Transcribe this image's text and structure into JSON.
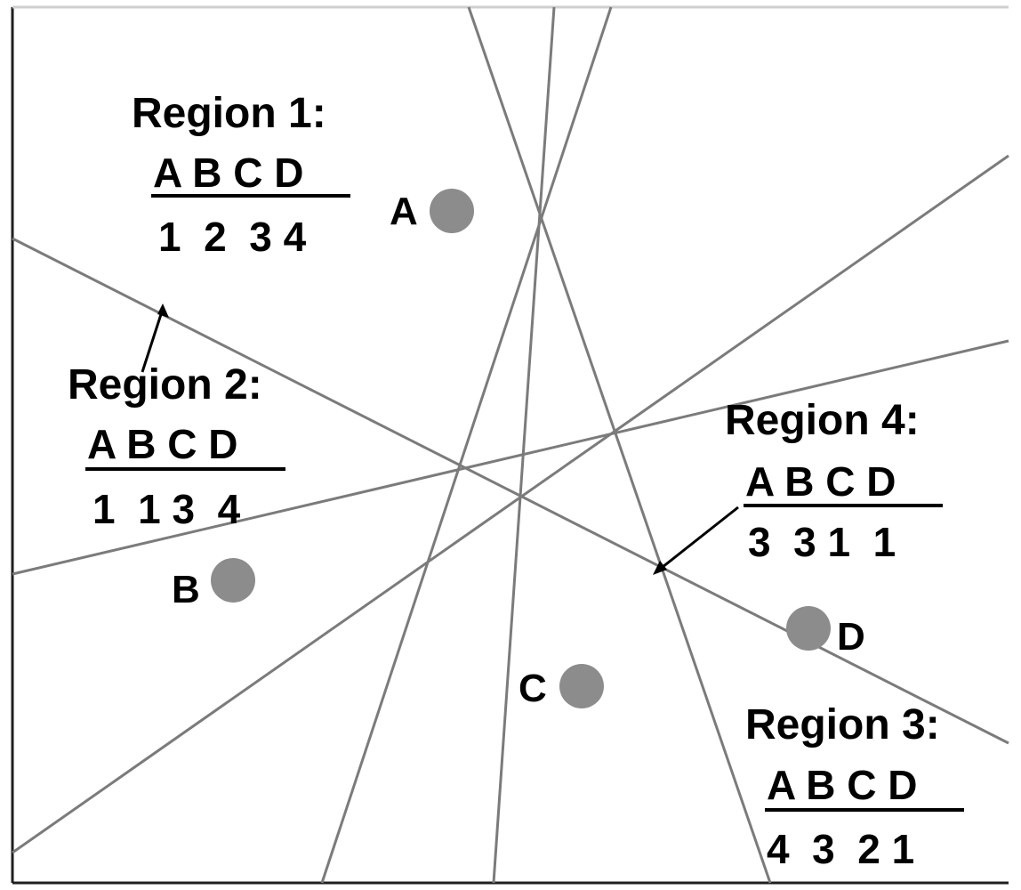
{
  "sites": [
    {
      "label": "A"
    },
    {
      "label": "B"
    },
    {
      "label": "C"
    },
    {
      "label": "D"
    }
  ],
  "regions": [
    {
      "title": "Region 1:",
      "header": "A B C D",
      "ranks": "1  2  3 4"
    },
    {
      "title": "Region 2:",
      "header": "A B C D",
      "ranks": "1  1 3  4"
    },
    {
      "title": "Region 3:",
      "header": "A B C D",
      "ranks": "4  3  2 1"
    },
    {
      "title": "Region 4:",
      "header": "A B C D",
      "ranks": "3  3 1  1"
    }
  ],
  "colors": {
    "lines": "#7b7b7b",
    "sites": "#8c8c8c",
    "text": "#000000"
  }
}
